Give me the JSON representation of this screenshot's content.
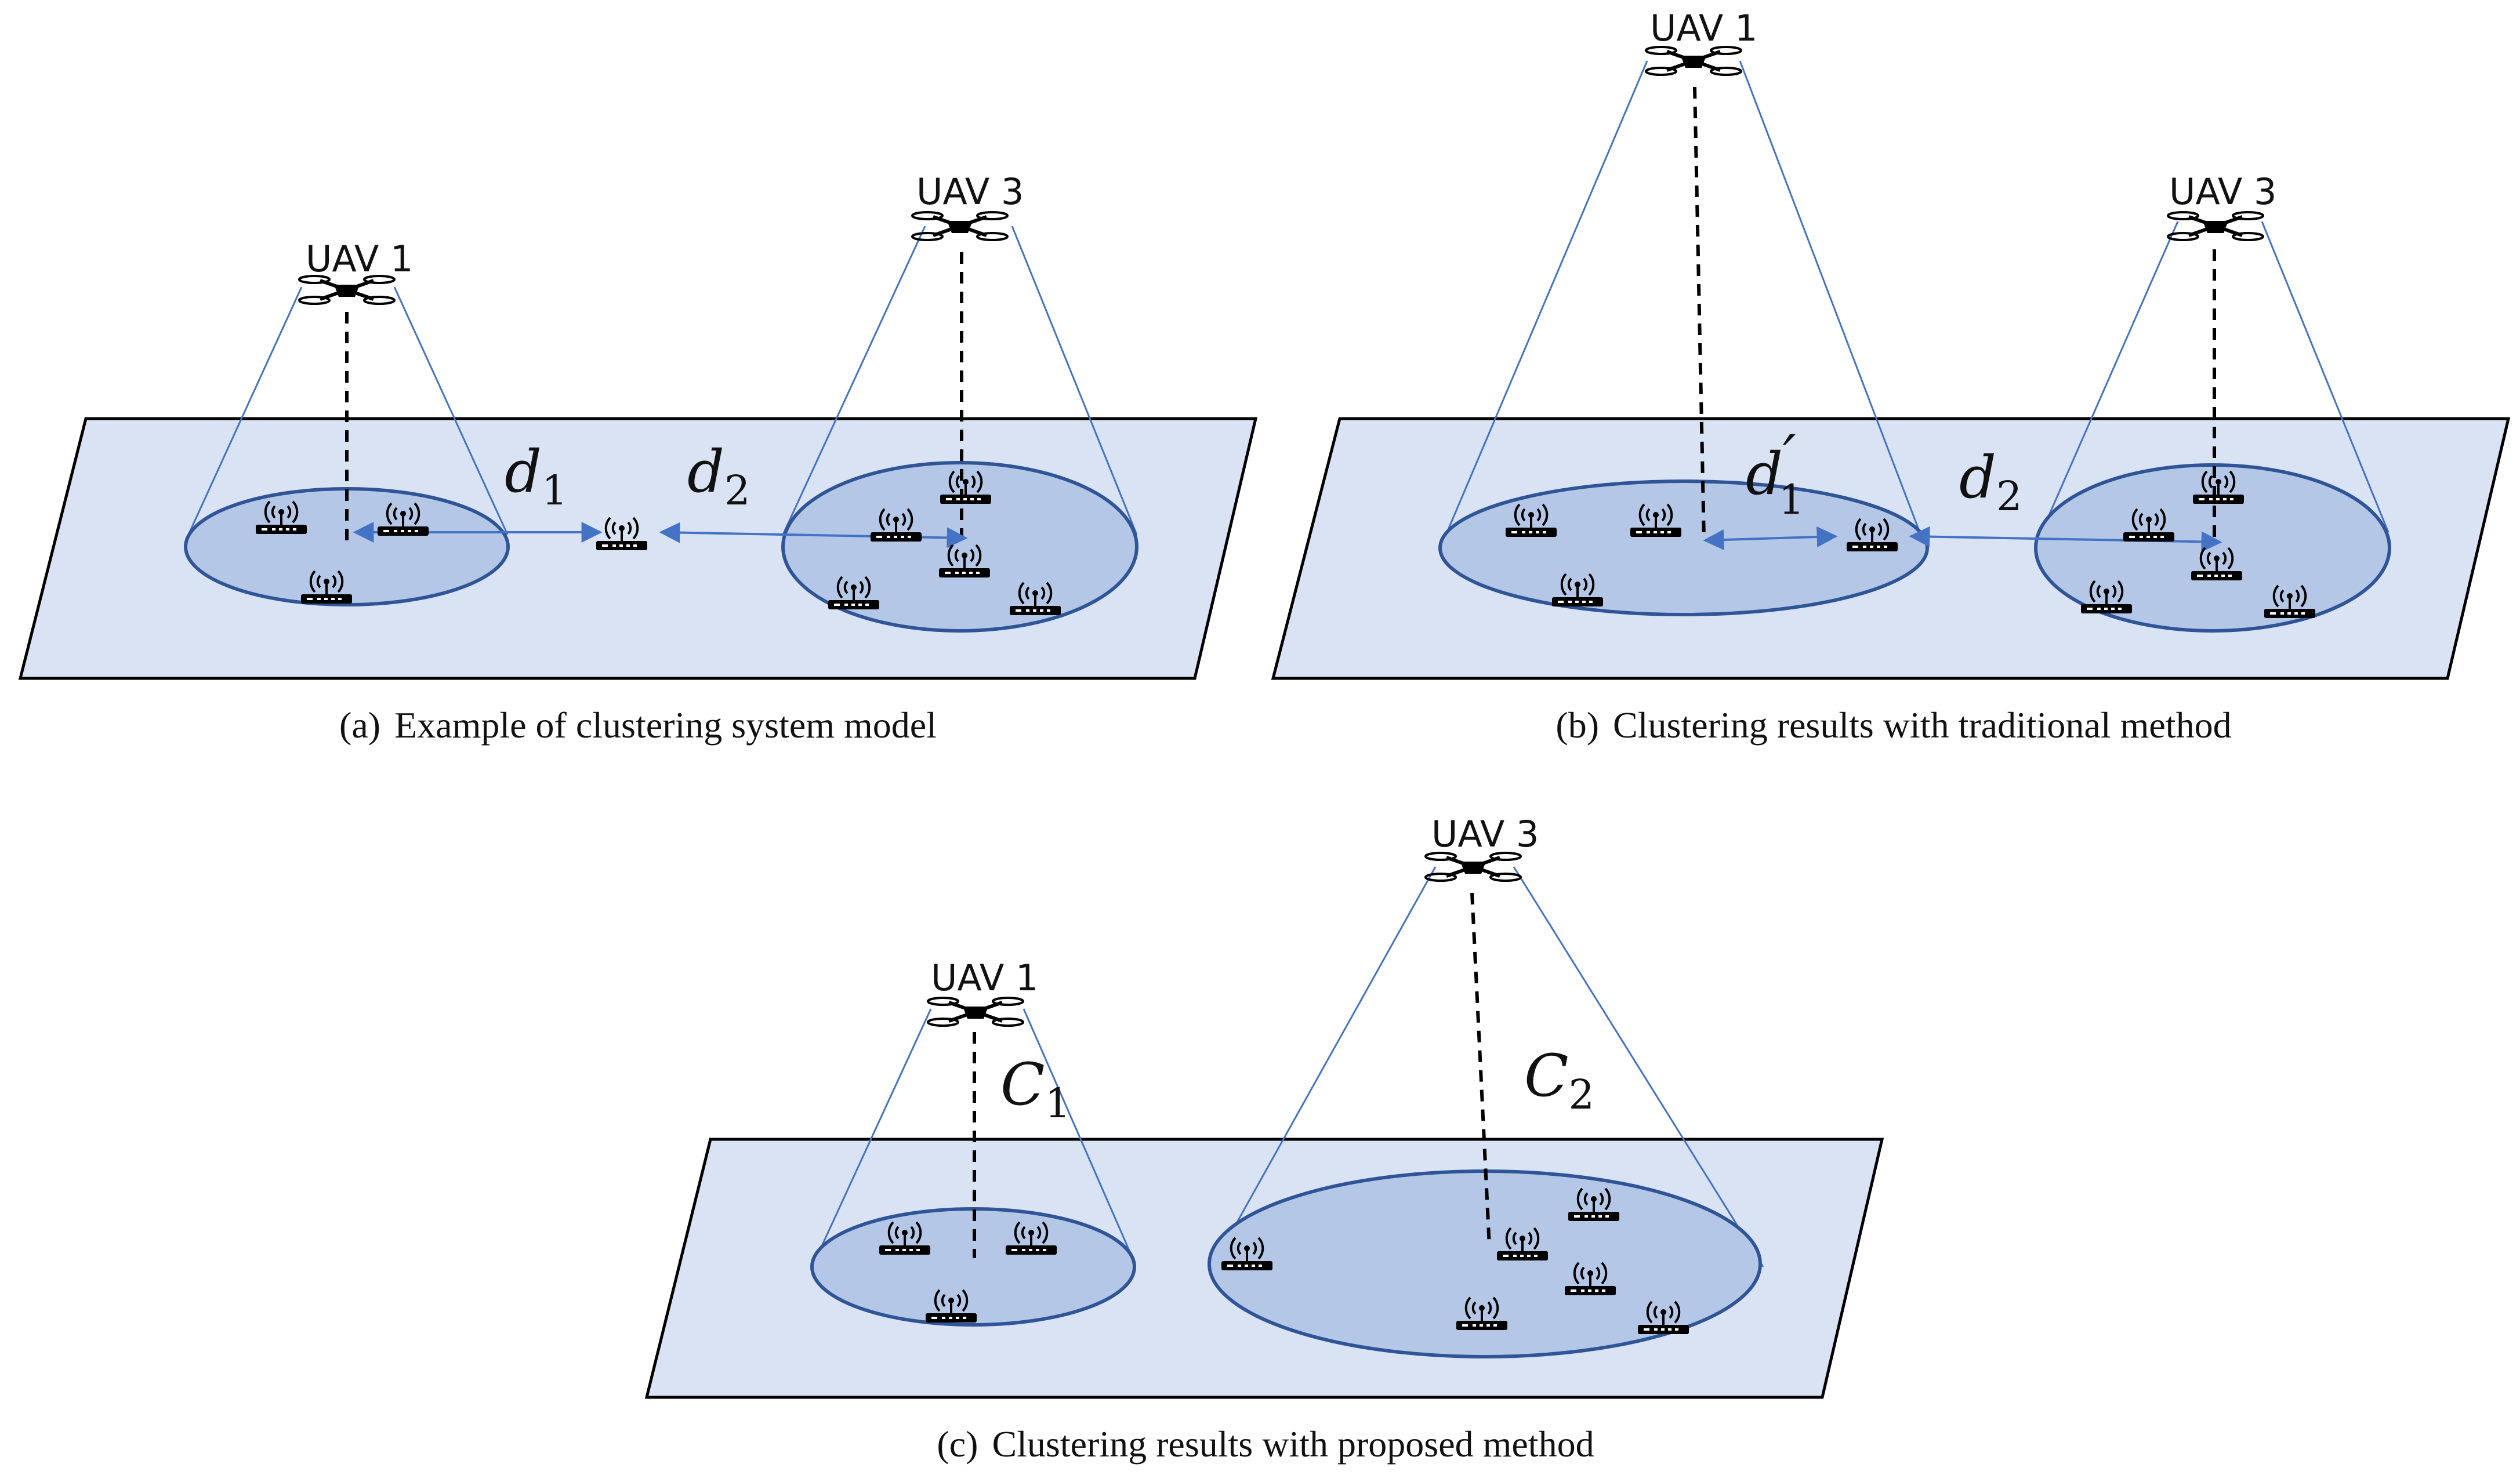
{
  "colors": {
    "ground_plane": "#dae3f3",
    "cluster_fill": "#b4c7e7",
    "cluster_stroke": "#2f5597",
    "beam_line": "#4472c4"
  },
  "icons": {
    "uav": "drone-icon",
    "ground_device": "wireless-router-icon"
  },
  "panels": {
    "a": {
      "caption_tag": "(a)",
      "caption": "Example of clustering system model",
      "uav_left": "UAV 1",
      "uav_right": "UAV 3",
      "distances": [
        {
          "symbol": "d",
          "sub": "1",
          "prime": ""
        },
        {
          "symbol": "d",
          "sub": "2",
          "prime": ""
        }
      ]
    },
    "b": {
      "caption_tag": "(b)",
      "caption": "Clustering results with traditional method",
      "uav_left": "UAV 1",
      "uav_right": "UAV 3",
      "distances": [
        {
          "symbol": "d",
          "sub": "1",
          "prime": "′"
        },
        {
          "symbol": "d",
          "sub": "2",
          "prime": ""
        }
      ]
    },
    "c": {
      "caption_tag": "(c)",
      "caption": "Clustering results with proposed method",
      "uav_left": "UAV 1",
      "uav_right": "UAV 3",
      "clusters": [
        {
          "symbol": "C",
          "sub": "1"
        },
        {
          "symbol": "C",
          "sub": "2"
        }
      ]
    }
  }
}
